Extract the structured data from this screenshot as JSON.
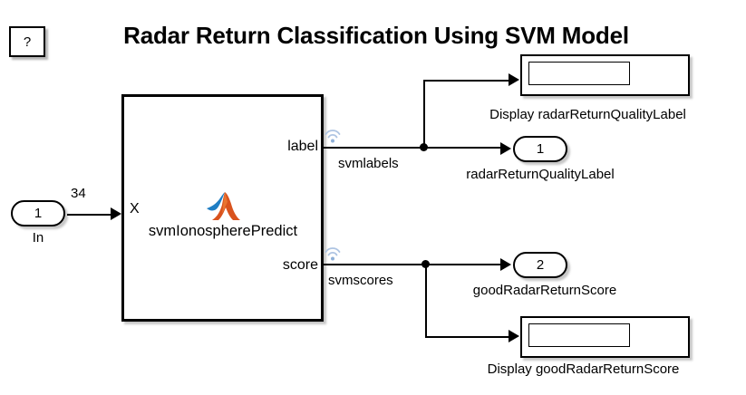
{
  "page": {
    "title": "Radar Return Classification Using SVM Model",
    "background_color": "#ffffff",
    "line_color": "#000000"
  },
  "help_block": {
    "label": "?",
    "name": "help-block"
  },
  "main_block": {
    "name": "svmIonospherePredict",
    "icon": "matlab-logo",
    "input_ports": [
      {
        "label": "X"
      }
    ],
    "output_ports": [
      {
        "label": "label"
      },
      {
        "label": "score"
      }
    ]
  },
  "inports": [
    {
      "port_number": "1",
      "caption": "In",
      "signal_dimension": "34"
    }
  ],
  "outports": [
    {
      "port_number": "1",
      "caption": "radarReturnQualityLabel"
    },
    {
      "port_number": "2",
      "caption": "goodRadarReturnScore"
    }
  ],
  "displays": [
    {
      "caption": "Display radarReturnQualityLabel",
      "value": ""
    },
    {
      "caption": "Display goodRadarReturnScore",
      "value": ""
    }
  ],
  "signals": [
    {
      "name": "svmlabels",
      "badge": "wireless-logging-icon",
      "badge_color": "#a8c0e0"
    },
    {
      "name": "svmscores",
      "badge": "wireless-logging-icon",
      "badge_color": "#a8c0e0"
    }
  ]
}
